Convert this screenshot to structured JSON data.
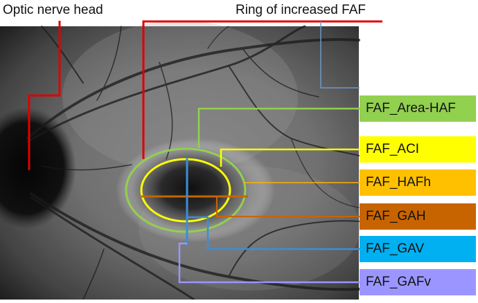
{
  "labels": {
    "optic_nerve_head": "Optic nerve head",
    "ring": "Ring of increased FAF"
  },
  "legend": [
    {
      "label": "FAF_Area-HAF",
      "color": "#92d050"
    },
    {
      "label": "FAF_ACI",
      "color": "#ffff00"
    },
    {
      "label": "FAF_HAFh",
      "color": "#ffc000"
    },
    {
      "label": "FAF_GAH",
      "color": "#c86400"
    },
    {
      "label": "FAF_GAV",
      "color": "#00b0f0"
    },
    {
      "label": "FAF_GAFv",
      "color": "#9b96ff"
    }
  ],
  "colors": {
    "pointer_red": "#e00000",
    "green_ring": "#92d050",
    "yellow_ring": "#ffff00",
    "horizontal_line": "#c86400",
    "vertical_line": "#3a8fd8",
    "inner_ring_line": "#ffb000"
  }
}
